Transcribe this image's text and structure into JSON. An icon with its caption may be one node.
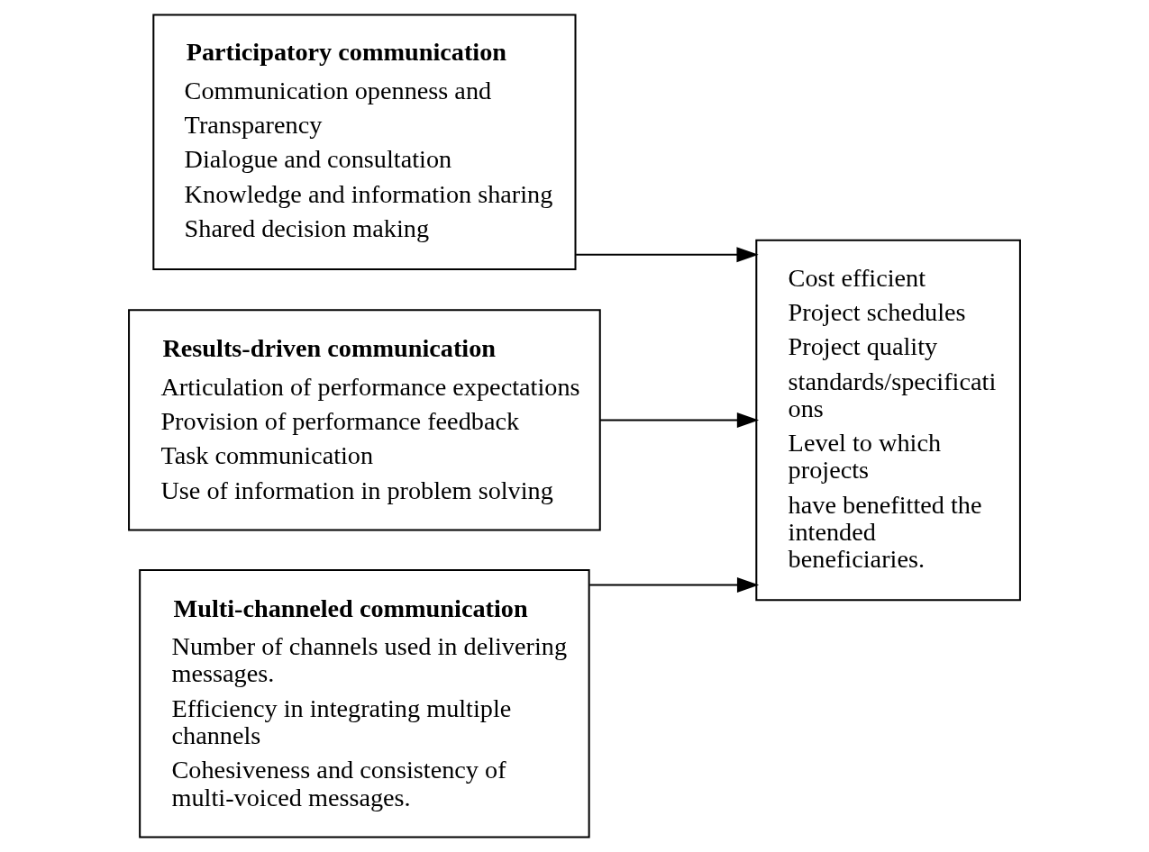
{
  "diagram": {
    "nodes": [
      {
        "text": [
          "Participatory communication",
          "Communication openness and",
          "Transparency",
          "Dialogue and consultation",
          "Knowledge and information sharing",
          "Shared decision making"
        ]
      },
      {
        "text": [
          "Results-driven communication",
          "Articulation of performance expectations",
          "Provision of performance feedback",
          "Task communication",
          "Use of information in problem solving"
        ]
      },
      {
        "text": [
          "Multi-channeled communication",
          "Number of channels used in delivering messages.",
          "Efficiency in integrating multiple channels",
          "Cohesiveness and consistency of multi-voiced messages."
        ]
      },
      {
        "text": [
          "Cost efficient",
          "Project schedules",
          "Project quality",
          "standards/specificati ons",
          "Level to which projects",
          "have benefitted the intended beneficiaries."
        ]
      }
    ],
    "edges": [
      {
        "from": 0,
        "to": 3,
        "arrow": "to"
      },
      {
        "from": 1,
        "to": 3,
        "arrow": "to"
      },
      {
        "from": 2,
        "to": 3,
        "arrow": "to"
      }
    ]
  }
}
